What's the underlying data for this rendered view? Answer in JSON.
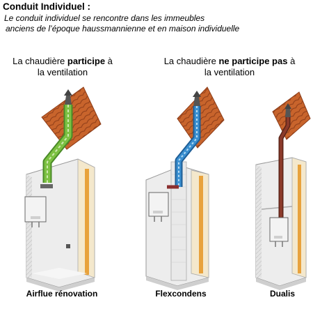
{
  "header": {
    "title": "Conduit Individuel :",
    "intro_line1": "Le conduit individuel se rencontre dans les immeubles",
    "intro_line2": "anciens de l’époque haussmannienne et en maison individuelle"
  },
  "columns": {
    "left": {
      "before": "La chaudière ",
      "bold": "participe",
      "after": " à",
      "line2": "la ventilation"
    },
    "right": {
      "before": "La chaudière ",
      "bold": "ne participe pas",
      "after": " à",
      "line2": "la ventilation"
    }
  },
  "captions": {
    "airflue": "Airflue rénovation",
    "flexcondens": "Flexcondens",
    "dualis": "Dualis"
  },
  "colors": {
    "roof": "#c8642c",
    "airflue_duct": "#7cc142",
    "flexcondens_duct": "#3a8fd0",
    "dualis_duct": "#8b3a2a",
    "wall_accent": "#e8a23c"
  }
}
